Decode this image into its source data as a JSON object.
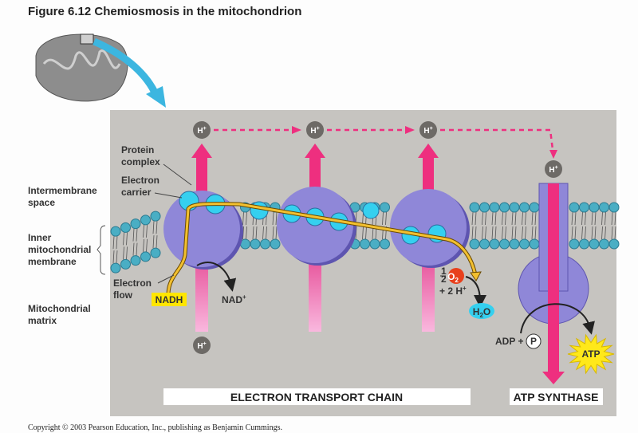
{
  "title": "Figure 6.12  Chemiosmosis in the mitochondrion",
  "left_labels": {
    "intermembrane": [
      "Intermembrane",
      "space"
    ],
    "inner_membrane": [
      "Inner",
      "mitochondrial",
      "membrane"
    ],
    "matrix": [
      "Mitochondrial",
      "matrix"
    ]
  },
  "callouts": {
    "protein_complex": [
      "Protein",
      "complex"
    ],
    "electron_carrier": [
      "Electron",
      "carrier"
    ],
    "electron_flow": [
      "Electron",
      "flow"
    ]
  },
  "proton": "H",
  "proton_sup": "+",
  "nadh": "NADH",
  "nad": "NAD",
  "nad_sup": "+",
  "oxygen": {
    "half": "1",
    "half_den": "2",
    "o": "O",
    "sub": "2",
    "plus_h": "+ 2 H",
    "sup": "+"
  },
  "water": {
    "h": "H",
    "sub": "2",
    "o": "O"
  },
  "adp": "ADP +",
  "phosphate": "P",
  "atp": "ATP",
  "banners": {
    "etc": "ELECTRON TRANSPORT CHAIN",
    "atp_synthase": "ATP SYNTHASE"
  },
  "copyright": "Copyright © 2003 Pearson Education, Inc., publishing as Benjamin Cummings.",
  "colors": {
    "panel": "#c6c4c0",
    "protein": "#8f87d8",
    "carrier": "#35d0ef",
    "lipid_head": "#4aaec4",
    "proton_arrow": "#ee2f7f",
    "electron_path": "#e8b020",
    "nadh_bg": "#ffe600",
    "oxygen": "#e8401c",
    "atp": "#ffe81a"
  }
}
